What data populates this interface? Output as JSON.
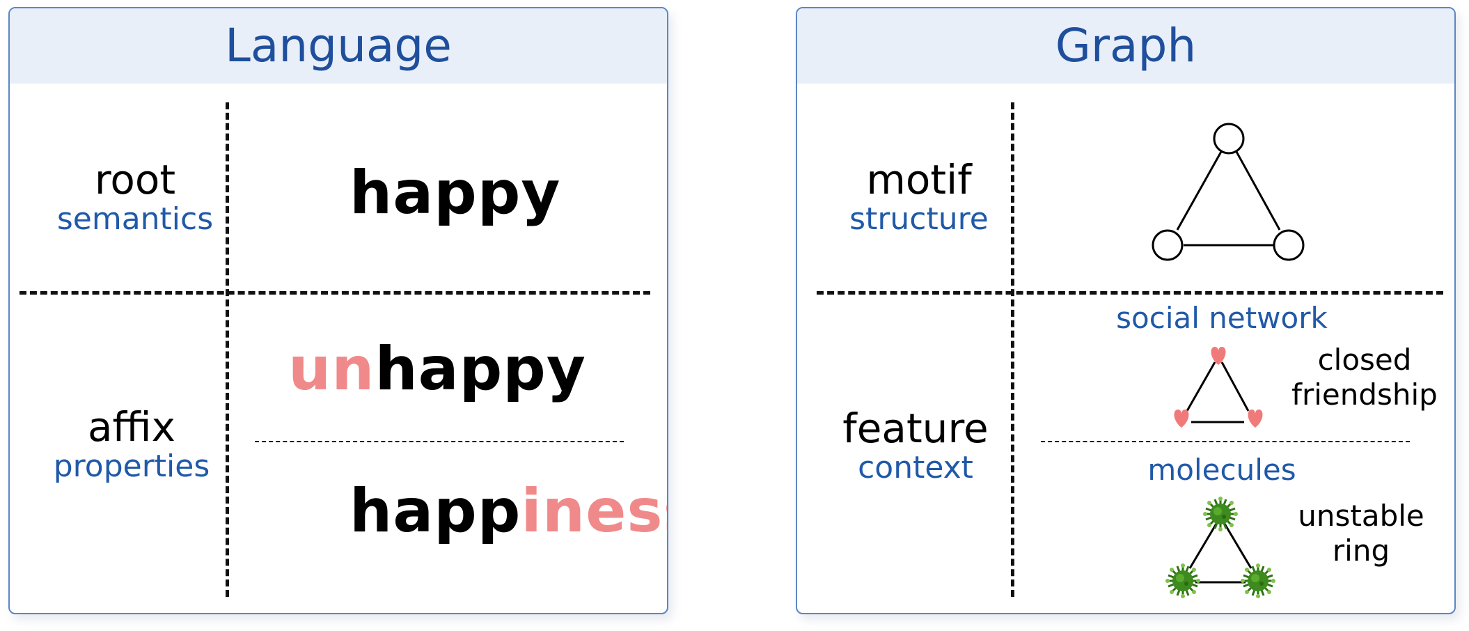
{
  "language": {
    "title": "Language",
    "root": {
      "label": "root",
      "sublabel": "semantics",
      "word": "happy"
    },
    "affix": {
      "label": "affix",
      "sublabel": "properties",
      "word1": {
        "prefix": "un",
        "stem": "happy"
      },
      "word2": {
        "stem": "happ",
        "suffix": "iness"
      }
    }
  },
  "graph": {
    "title": "Graph",
    "motif": {
      "label": "motif",
      "sublabel": "structure"
    },
    "feature": {
      "label": "feature",
      "sublabel": "context",
      "social": {
        "title": "social network",
        "caption_line1": "closed",
        "caption_line2": "friendship"
      },
      "molecules": {
        "title": "molecules",
        "caption_line1": "unstable",
        "caption_line2": "ring"
      }
    }
  },
  "colors": {
    "title_blue": "#1f4f9c",
    "sub_blue": "#2059a8",
    "affix_pink": "#f08a8a",
    "header_bg": "#e8eff9",
    "border": "#5b86c4",
    "virus_green": "#3d8a1e"
  },
  "icons": [
    "heart-icon",
    "virus-icon"
  ]
}
